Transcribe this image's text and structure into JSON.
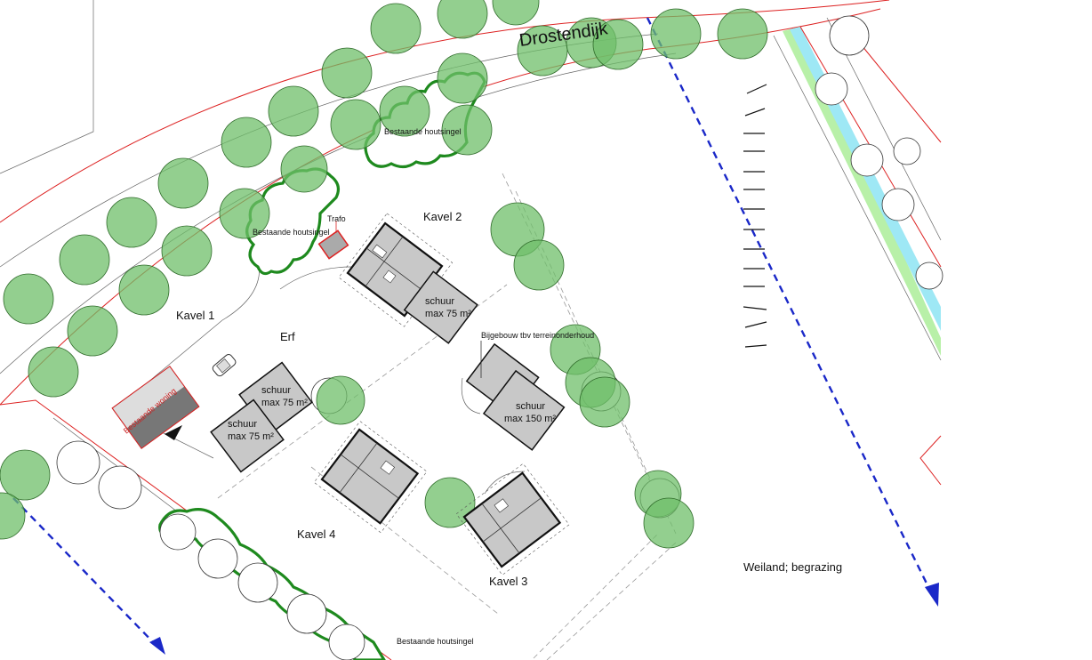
{
  "labels": {
    "road": "Drostendijk",
    "kavel1": "Kavel 1",
    "kavel2": "Kavel 2",
    "kavel3": "Kavel 3",
    "kavel4": "Kavel 4",
    "erf": "Erf",
    "trafo": "Trafo",
    "hedge_north": "Bestaande houtsingel",
    "hedge_west": "Bestaande houtsingel",
    "hedge_south": "Bestaande houtsingel",
    "existing_house": "Bestaande woning",
    "auxiliary_building": "Bijgebouw tbv terreinonderhoud",
    "meadow": "Weiland; begrazing",
    "shed_k2_line1": "schuur",
    "shed_k2_line2": "max 75 m²",
    "shed_k4a_line1": "schuur",
    "shed_k4a_line2": "max 75 m²",
    "shed_k4b_line1": "schuur",
    "shed_k4b_line2": "max 75 m²",
    "shed_k3_line1": "schuur",
    "shed_k3_line2": "max 150 m²"
  },
  "colors": {
    "tree": "#6fbf6a",
    "hedge": "#1e8a1e",
    "sightline_arrow": "#1a28c8",
    "boundary": "#d22222",
    "water": "#9ee8f5",
    "verge": "#b8f0a8",
    "building": "#c8c8c8"
  }
}
